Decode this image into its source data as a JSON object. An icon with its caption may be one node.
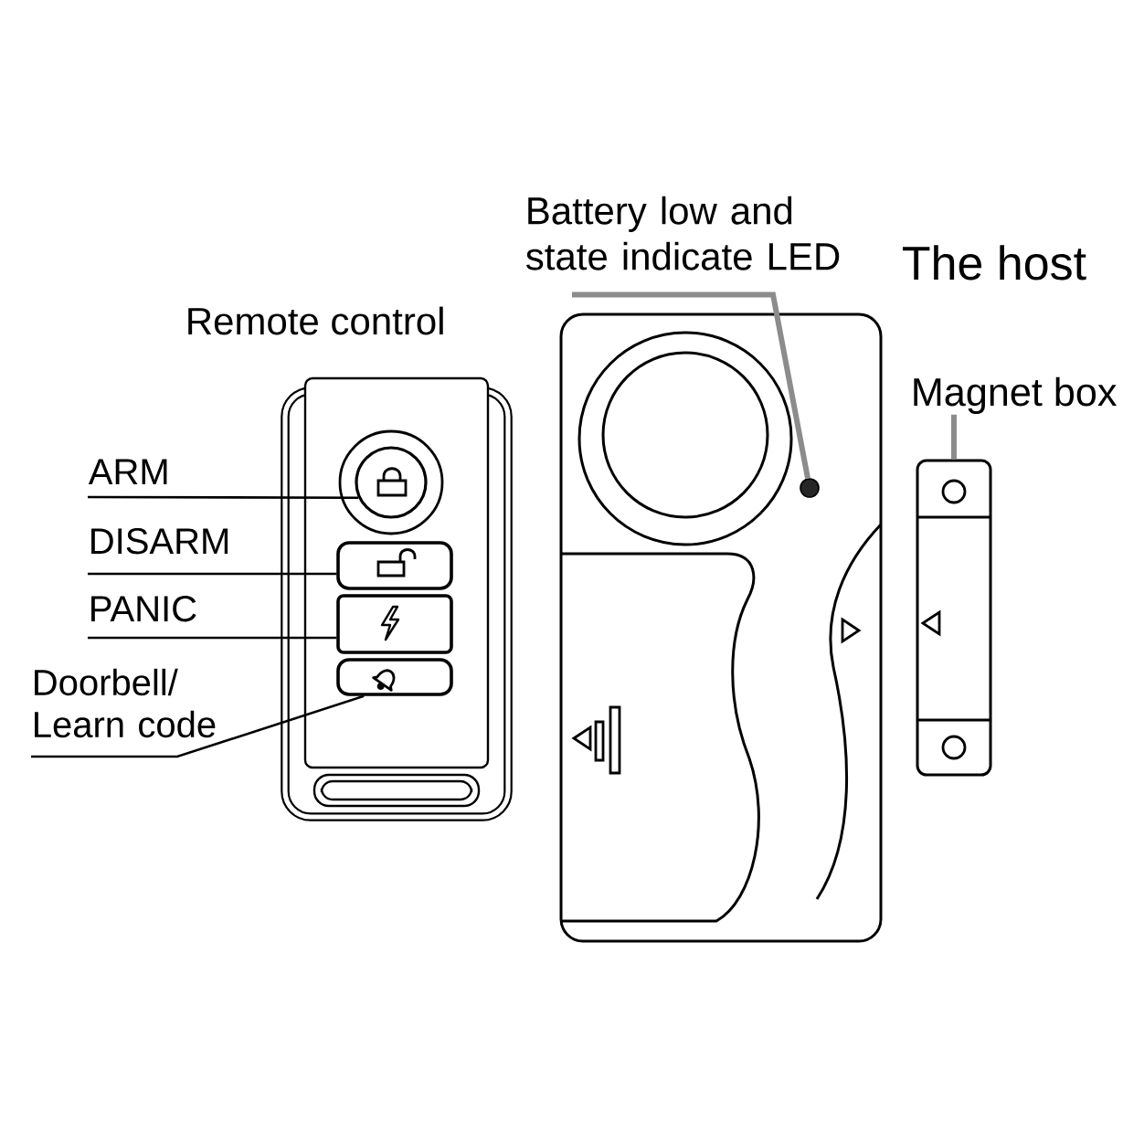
{
  "diagram": {
    "nodes": [
      {
        "text": [
          "Remote control"
        ]
      },
      {
        "text": [
          "ARM"
        ]
      },
      {
        "text": [
          "DISARM"
        ]
      },
      {
        "text": [
          "PANIC"
        ]
      },
      {
        "text": [
          "Doorbell/ Learn code"
        ]
      },
      {
        "text": [],
        "shape": "circle",
        "in": 0
      },
      {
        "text": [],
        "shape": "box",
        "in": 0
      },
      {
        "text": [],
        "shape": "box",
        "in": 0
      },
      {
        "text": [],
        "shape": "box",
        "in": 0
      },
      {
        "text": [
          "Battery low and state indicate LED"
        ]
      },
      {
        "text": [
          "The host"
        ]
      },
      {
        "text": [],
        "shape": "circle",
        "in": 10
      },
      {
        "text": [
          "Magnet box"
        ]
      },
      {
        "text": [],
        "shape": "box"
      }
    ],
    "edges": [
      {
        "from": 1,
        "to": 5,
        "arrow": "none"
      },
      {
        "from": 2,
        "to": 6,
        "arrow": "none"
      },
      {
        "from": 3,
        "to": 7,
        "arrow": "none"
      },
      {
        "from": 4,
        "to": 8,
        "arrow": "none"
      },
      {
        "from": 9,
        "to": 11,
        "arrow": "none",
        "style": "thick",
        "color": "#8c8c8c"
      },
      {
        "from": 12,
        "to": 13,
        "arrow": "none",
        "style": "thick",
        "color": "#8c8c8c"
      }
    ]
  }
}
